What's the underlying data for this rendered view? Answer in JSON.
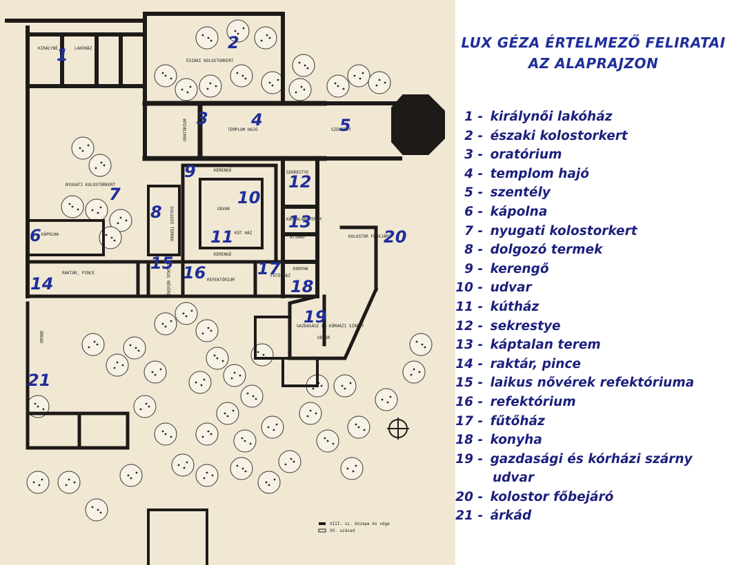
{
  "legend": {
    "title_line1": "LUX GÉZA ÉRTELMEZŐ FELIRATAI",
    "title_line2": "AZ ALAPRAJZON",
    "entries": [
      {
        "number": "1",
        "sep": " - ",
        "text": "királynői lakóház"
      },
      {
        "number": "2",
        "sep": " - ",
        "text": "északi kolostorkert"
      },
      {
        "number": "3",
        "sep": " - ",
        "text": "oratórium"
      },
      {
        "number": "4",
        "sep": " - ",
        "text": "templom hajó"
      },
      {
        "number": "5",
        "sep": " - ",
        "text": "szentély"
      },
      {
        "number": "6",
        "sep": " - ",
        "text": "kápolna"
      },
      {
        "number": "7",
        "sep": " - ",
        "text": "nyugati kolostorkert"
      },
      {
        "number": "8",
        "sep": " - ",
        "text": "dolgozó termek"
      },
      {
        "number": "9",
        "sep": " - ",
        "text": "kerengő"
      },
      {
        "number": "10",
        "sep": " - ",
        "text": "udvar"
      },
      {
        "number": "11",
        "sep": " - ",
        "text": "kútház"
      },
      {
        "number": "12",
        "sep": " - ",
        "text": "sekrestye"
      },
      {
        "number": "13",
        "sep": " - ",
        "text": "káptalan terem"
      },
      {
        "number": "14",
        "sep": " - ",
        "text": "raktár, pince"
      },
      {
        "number": "15",
        "sep": " - ",
        "text": "laikus nővérek refektóriuma"
      },
      {
        "number": "16",
        "sep": " - ",
        "text": "refektórium"
      },
      {
        "number": "17",
        "sep": " - ",
        "text": "fűtőház"
      },
      {
        "number": "18",
        "sep": " - ",
        "text": "konyha"
      },
      {
        "number": "19",
        "sep": " - ",
        "text": "gazdasági és kórházi szárny"
      },
      {
        "number": "",
        "sep": "",
        "text": "udvar"
      },
      {
        "number": "20",
        "sep": " - ",
        "text": "kolostor főbejáró"
      },
      {
        "number": "21",
        "sep": " - ",
        "text": "árkád"
      }
    ]
  },
  "plan": {
    "numbers": [
      "1",
      "2",
      "3",
      "4",
      "5",
      "6",
      "7",
      "8",
      "9",
      "10",
      "11",
      "12",
      "13",
      "14",
      "15",
      "16",
      "17",
      "18",
      "19",
      "20",
      "21"
    ],
    "labels": {
      "kiralyne": "KIRÁLYNÉ",
      "lakohaz": "LAKÓHÁZ",
      "eszaki_kert": "ÉSZAKI KOLOSTORKERT",
      "templom_hajo": "TEMPLOM HAJÓ",
      "szentely": "SZENTÉLY",
      "oratorium": "ORATÓRIUM",
      "nyugati_kert": "NYUGATI KOLOSTORKERT",
      "kapolna": "KÁPOLNA",
      "kerengo_top": "KERENGŐ",
      "kerengo_bottom": "KERENGŐ",
      "udvar": "UDVAR",
      "kut": "KÚT HÁZ",
      "sekrestye": "SEKRESTYE",
      "kaptalan": "KÁPTALAN TEREM",
      "atjaro": "ÁTJÁRÓ",
      "kolostor_fobejaro": "KOLOSTOR FŐBEJÁRÓ",
      "raktar": "RAKTÁR, PINCE",
      "refektorium": "REFEKTÓRIUM",
      "konyha": "KONYHA",
      "gazdasagi": "GAZDASÁGI ÉS KÓRHÁZI SZÁRNY",
      "gazd_udvar": "UDVAR",
      "futo": "FŰTŐ HÁZ",
      "dolgozo": "DOLGOZÓ TERMEK",
      "laikus": "LAIKUS NŐVÉREK",
      "arkad": "ÁRKÁD",
      "key1": "XIII. sz. közepe és vége",
      "key2": "XV. század"
    }
  },
  "colors": {
    "paper": "#f1e8d4",
    "wall": "#1d1a18",
    "number": "#1f2e9a",
    "legend_text": "#1c1f7c"
  }
}
